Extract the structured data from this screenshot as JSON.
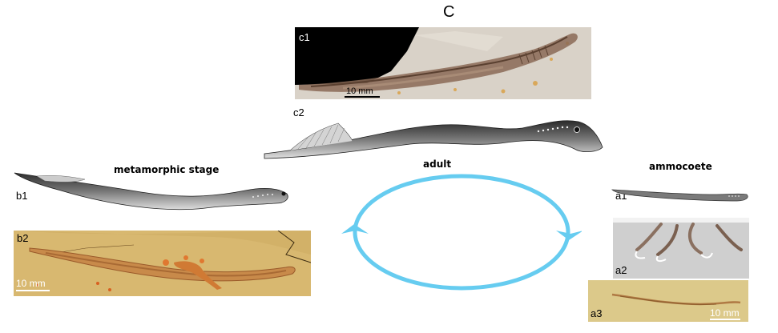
{
  "title": "C",
  "stages": {
    "adult": "adult",
    "metamorphic": "metamorphic stage",
    "ammocoete": "ammocoete"
  },
  "panels": {
    "c1": "c1",
    "c2": "c2",
    "b1": "b1",
    "b2": "b2",
    "a1": "a1",
    "a2": "a2",
    "a3": "a3"
  },
  "scale_bars": {
    "c1": "10 mm",
    "b2": "10 mm",
    "a3": "10 mm"
  },
  "colors": {
    "cycle_arrow": "#66ccf0",
    "fossil_c1_matrix": "#d9d2c8",
    "fossil_b2_matrix": "#d8b870",
    "fossil_a3_matrix": "#dcc98a",
    "photo_a2_bg": "#cfcfcf"
  }
}
